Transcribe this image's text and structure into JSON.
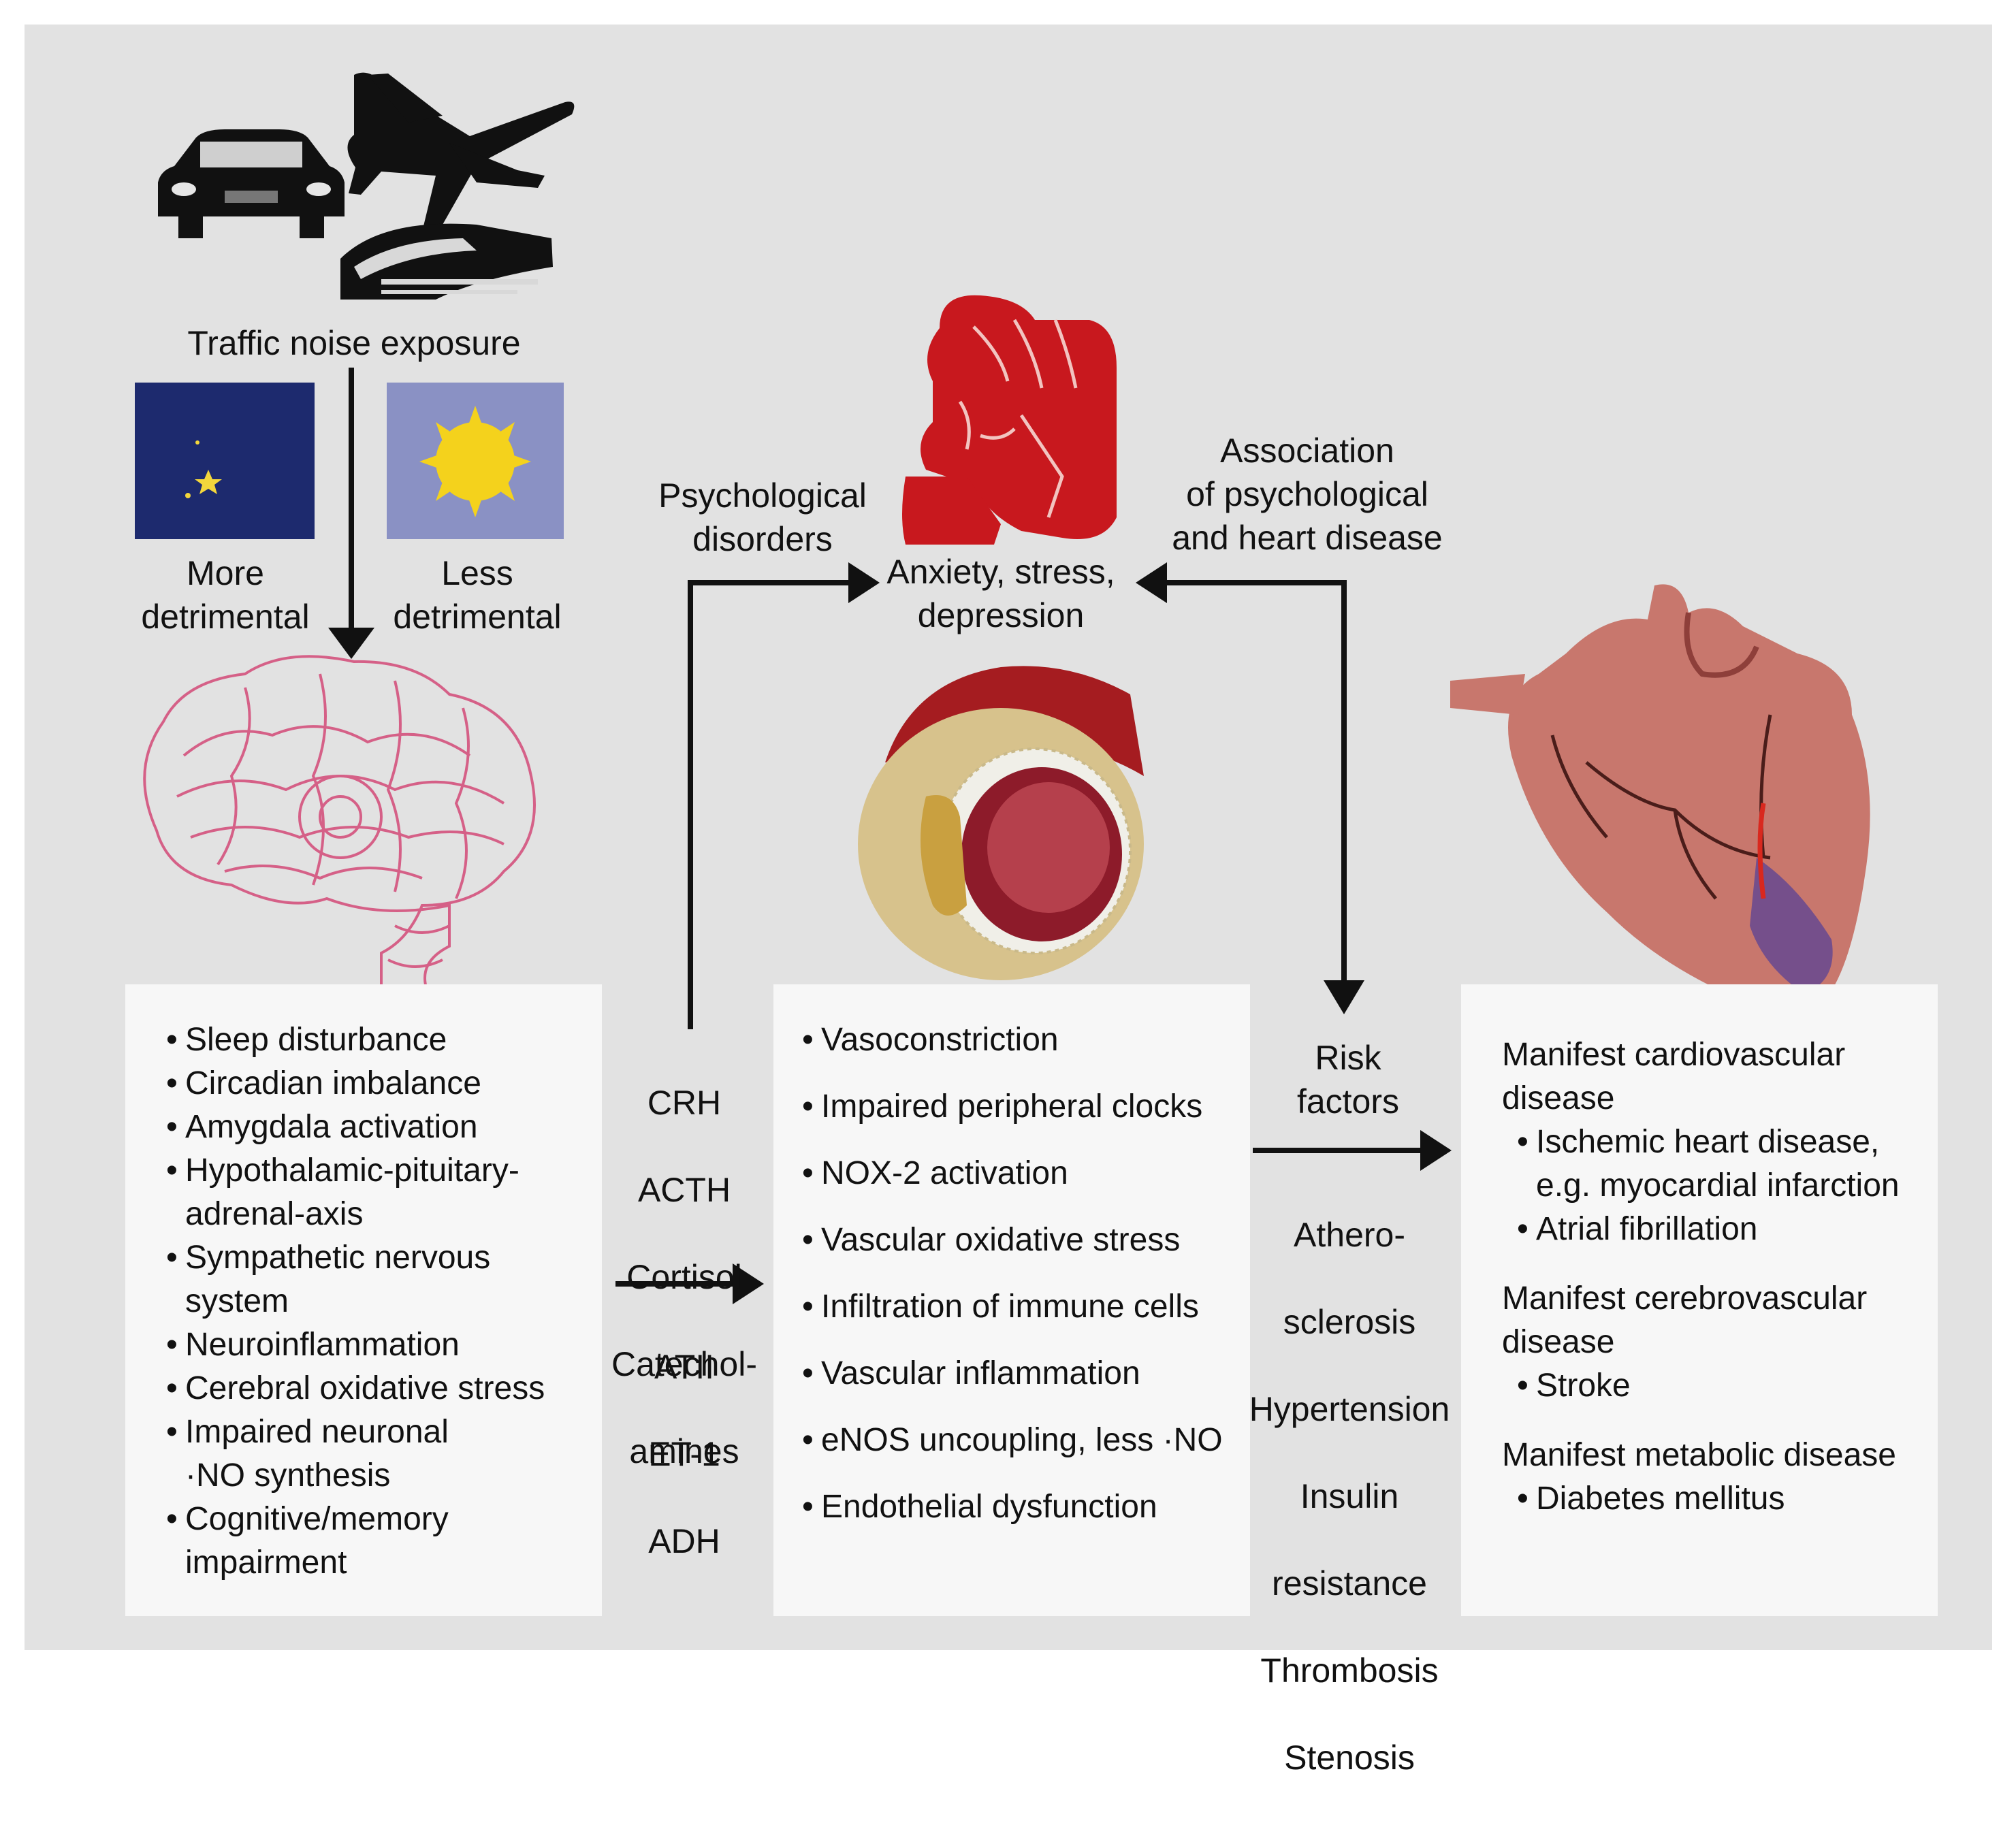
{
  "exposure": {
    "label": "Traffic noise exposure",
    "vehicles": [
      "car-icon",
      "airplane-icon",
      "train-icon"
    ]
  },
  "night": {
    "icon": "moon-icon",
    "label": "More\ndetrimental",
    "colors": {
      "sky": "#1d2a6e",
      "moon": "#f3d63c"
    }
  },
  "day": {
    "icon": "sun-icon",
    "label": "Less\ndetrimental",
    "colors": {
      "sky": "#8a91c4",
      "sun": "#f4d21c"
    }
  },
  "psych": {
    "left_label": "Psychological\ndisorders",
    "center_label": "Anxiety, stress,\ndepression",
    "right_label": "Association\nof psychological\nand heart disease"
  },
  "mediators": {
    "hormones": [
      "CRH",
      "ACTH",
      "Cortisol",
      "Catechol-",
      "amines"
    ],
    "peptides": [
      "ATII",
      "ET-1",
      "ADH"
    ]
  },
  "risk": {
    "label": "Risk\nfactors",
    "items": [
      "Athero-",
      "sclerosis",
      "Hypertension",
      "Insulin",
      "resistance",
      "Thrombosis",
      "Stenosis"
    ]
  },
  "brain_effects": [
    "Sleep disturbance",
    "Circadian imbalance",
    "Amygdala activation",
    "Hypothalamic-pituitary-\nadrenal-axis",
    "Sympathetic nervous\nsystem",
    "Neuroinflammation",
    "Cerebral oxidative stress",
    "Impaired neuronal\n·NO synthesis",
    "Cognitive/memory\nimpairment"
  ],
  "vascular_effects": [
    "Vasoconstriction",
    "Impaired peripheral clocks",
    "NOX-2 activation",
    "Vascular oxidative stress",
    "Infiltration of immune cells",
    "Vascular inflammation",
    "eNOS uncoupling, less ·NO",
    "Endothelial dysfunction"
  ],
  "diseases": [
    {
      "heading": "Manifest cardiovascular\ndisease",
      "items": [
        "Ischemic heart disease,\ne.g. myocardial infarction",
        "Atrial fibrillation"
      ]
    },
    {
      "heading": "Manifest cerebrovascular\ndisease",
      "items": [
        "Stroke"
      ]
    },
    {
      "heading": "Manifest metabolic disease",
      "items": [
        "Diabetes mellitus"
      ]
    }
  ],
  "colors": {
    "background": "#e2e2e2",
    "box": "#f7f7f7",
    "brain": "#d4537e",
    "head": "#c8181e",
    "vessel": "#a51c20",
    "heart": "#c8776d"
  }
}
